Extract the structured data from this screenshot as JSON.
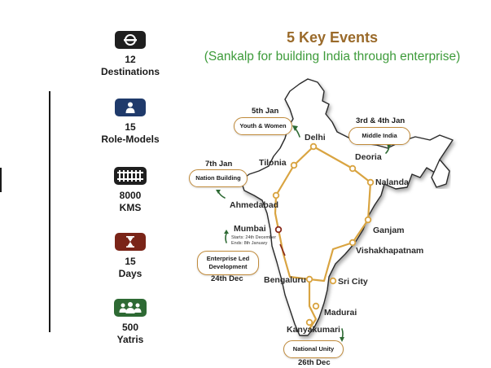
{
  "header": {
    "title": "5 Key Events",
    "subtitle": "(Sankalp for building India through enterprise)"
  },
  "stats": [
    {
      "number": "12",
      "label": "Destinations",
      "icon": "train-logo-icon",
      "color": "#1f1f1f"
    },
    {
      "number": "15",
      "label": "Role-Models",
      "icon": "person-icon",
      "color": "#1f3a6b"
    },
    {
      "number": "8000",
      "label": "KMS",
      "icon": "railway-track-icon",
      "color": "#1f1f1f"
    },
    {
      "number": "15",
      "label": "Days",
      "icon": "hourglass-icon",
      "color": "#7a2418"
    },
    {
      "number": "500",
      "label": "Yatris",
      "icon": "group-icon",
      "color": "#2e6a34"
    }
  ],
  "cities": [
    {
      "name": "Delhi"
    },
    {
      "name": "Tilonia"
    },
    {
      "name": "Deoria"
    },
    {
      "name": "Nalanda"
    },
    {
      "name": "Ahmedabad"
    },
    {
      "name": "Mumbai"
    },
    {
      "name": "Ganjam"
    },
    {
      "name": "Vishakhapatnam"
    },
    {
      "name": "Bengaluru"
    },
    {
      "name": "Sri City"
    },
    {
      "name": "Madurai"
    },
    {
      "name": "Kanyakumari"
    }
  ],
  "mumbai_note": {
    "line1": "Starts: 24th December",
    "line2": "Ends: 8th January"
  },
  "events": [
    {
      "date": "5th Jan",
      "label": "Youth & Women"
    },
    {
      "date": "3rd & 4th Jan",
      "label": "Middle India"
    },
    {
      "date": "7th Jan",
      "label": "Nation Building"
    },
    {
      "date": "24th Dec",
      "label": "Enterprise Led Development"
    },
    {
      "date": "26th Dec",
      "label": "National Unity"
    }
  ],
  "colors": {
    "title": "#9a6a2a",
    "subtitle": "#3d9b3a",
    "route": "#d9a441",
    "pill_border": "#c08a3a",
    "arrow": "#2e6a34"
  }
}
